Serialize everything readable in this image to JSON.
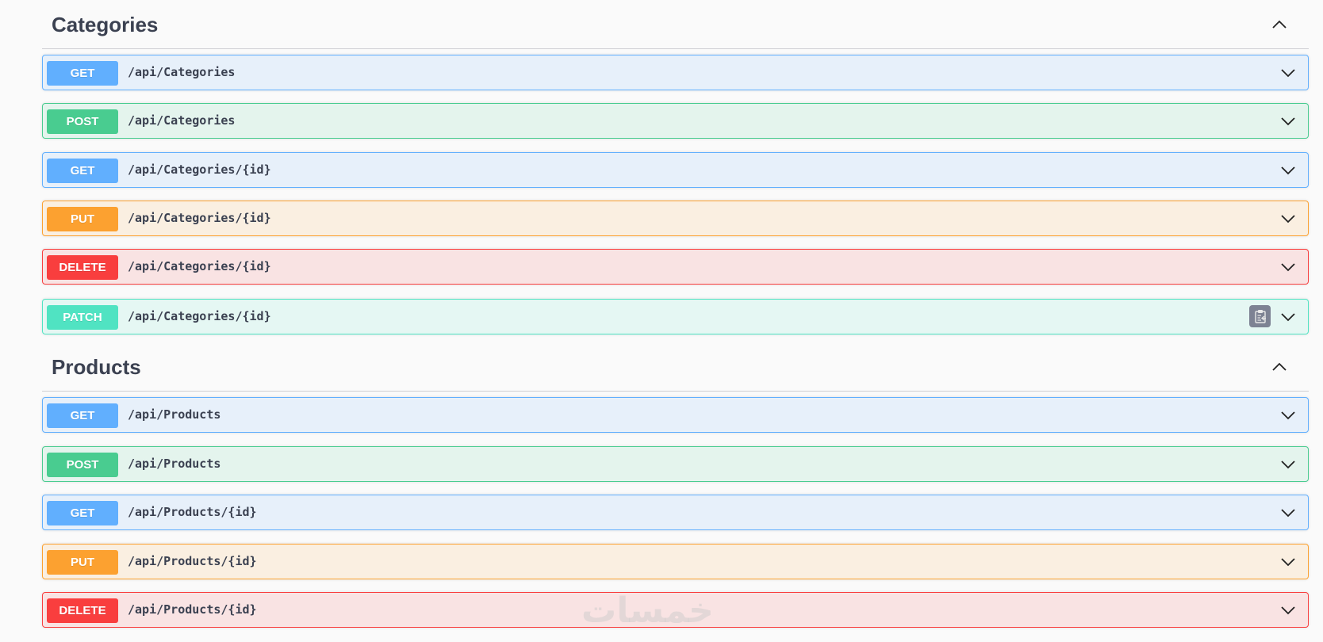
{
  "colors": {
    "get": "#61affe",
    "post": "#49cc90",
    "put": "#fca130",
    "delete": "#f93e3e",
    "patch": "#50e3c2",
    "title": "#3b4151",
    "copy_button": "#7d8293"
  },
  "sections": [
    {
      "title": "Categories",
      "expanded": true,
      "toggle_icon": "chevron-up-icon",
      "operations": [
        {
          "method": "GET",
          "path": "/api/Categories",
          "icon": "chevron-down-icon"
        },
        {
          "method": "POST",
          "path": "/api/Categories",
          "icon": "chevron-down-icon"
        },
        {
          "method": "GET",
          "path": "/api/Categories/{id}",
          "icon": "chevron-down-icon"
        },
        {
          "method": "PUT",
          "path": "/api/Categories/{id}",
          "icon": "chevron-down-icon"
        },
        {
          "method": "DELETE",
          "path": "/api/Categories/{id}",
          "icon": "chevron-down-icon"
        },
        {
          "method": "PATCH",
          "path": "/api/Categories/{id}",
          "icon": "chevron-down-icon",
          "copy_icon": "clipboard-copy-icon"
        }
      ]
    },
    {
      "title": "Products",
      "expanded": true,
      "toggle_icon": "chevron-up-icon",
      "operations": [
        {
          "method": "GET",
          "path": "/api/Products",
          "icon": "chevron-down-icon"
        },
        {
          "method": "POST",
          "path": "/api/Products",
          "icon": "chevron-down-icon"
        },
        {
          "method": "GET",
          "path": "/api/Products/{id}",
          "icon": "chevron-down-icon"
        },
        {
          "method": "PUT",
          "path": "/api/Products/{id}",
          "icon": "chevron-down-icon"
        },
        {
          "method": "DELETE",
          "path": "/api/Products/{id}",
          "icon": "chevron-down-icon"
        }
      ]
    }
  ],
  "watermark": "خمسات"
}
